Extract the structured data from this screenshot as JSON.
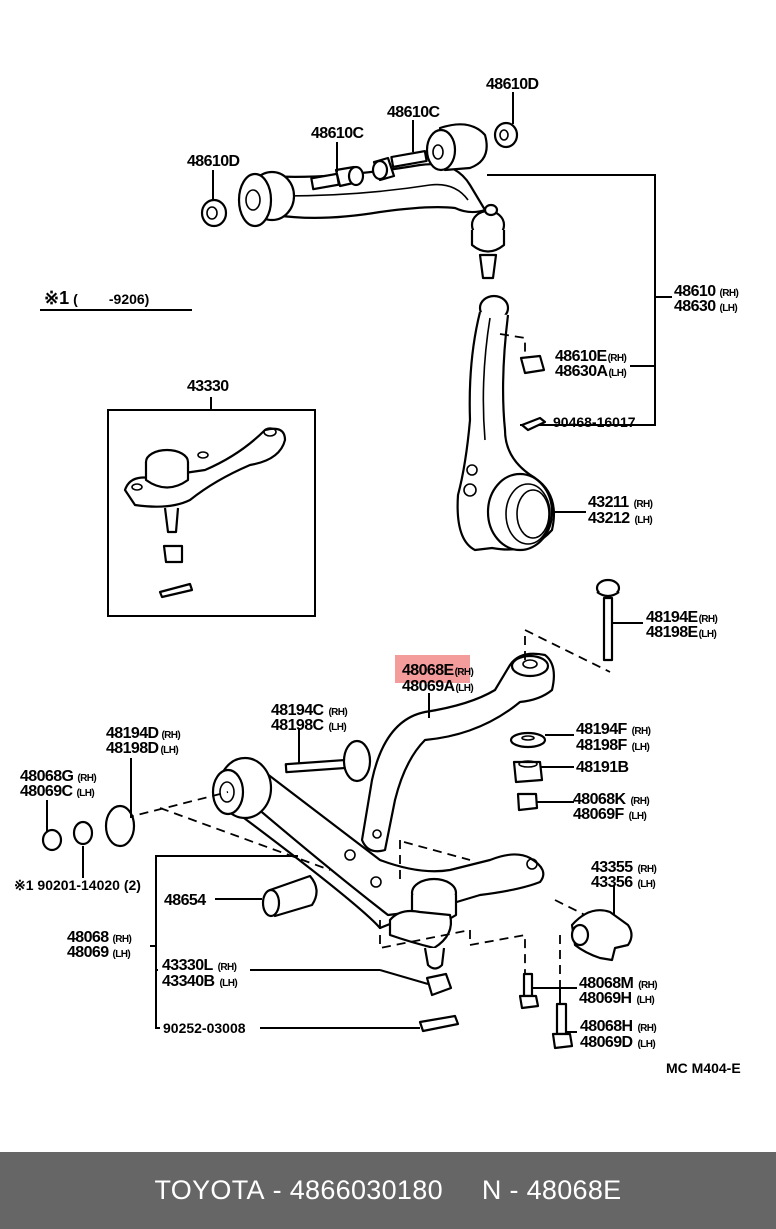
{
  "diagram": {
    "code": "MC M404-E",
    "note": {
      "marker": "※1",
      "range": "(        -9206)"
    },
    "highlight_color": "#f28b8b",
    "labels": {
      "p48610D_left": "48610D",
      "p48610C_left": "48610C",
      "p48610C_right": "48610C",
      "p48610D_right": "48610D",
      "p48610": {
        "num": "48610",
        "side": "(RH)"
      },
      "p48630": {
        "num": "48630",
        "side": "(LH)"
      },
      "p48610E": {
        "num": "48610E",
        "side": "(RH)"
      },
      "p48630A": {
        "num": "48630A",
        "side": "(LH)"
      },
      "p90468": "90468-16017",
      "p43211": {
        "num": "43211",
        "side": "(RH)"
      },
      "p43212": {
        "num": "43212",
        "side": "(LH)"
      },
      "p43330": "43330",
      "p48194E": {
        "num": "48194E",
        "side": "(RH)"
      },
      "p48198E": {
        "num": "48198E",
        "side": "(LH)"
      },
      "p48068E": {
        "num": "48068E",
        "side": "(RH)"
      },
      "p48069A": {
        "num": "48069A",
        "side": "(LH)"
      },
      "p48194C": {
        "num": "48194C",
        "side": "(RH)"
      },
      "p48198C": {
        "num": "48198C",
        "side": "(LH)"
      },
      "p48194D": {
        "num": "48194D",
        "side": "(RH)"
      },
      "p48198D": {
        "num": "48198D",
        "side": "(LH)"
      },
      "p48068G": {
        "num": "48068G",
        "side": "(RH)"
      },
      "p48069C": {
        "num": "48069C",
        "side": "(LH)"
      },
      "p90201": "※1 90201-14020 (2)",
      "p48194F": {
        "num": "48194F",
        "side": "(RH)"
      },
      "p48198F": {
        "num": "48198F",
        "side": "(LH)"
      },
      "p48191B": "48191B",
      "p48068K": {
        "num": "48068K",
        "side": "(RH)"
      },
      "p48069F": {
        "num": "48069F",
        "side": "(LH)"
      },
      "p43355": {
        "num": "43355",
        "side": "(RH)"
      },
      "p43356": {
        "num": "43356",
        "side": "(LH)"
      },
      "p48654": "48654",
      "p48068": {
        "num": "48068",
        "side": "(RH)"
      },
      "p48069": {
        "num": "48069",
        "side": "(LH)"
      },
      "p43330L": {
        "num": "43330L",
        "side": "(RH)"
      },
      "p43340B": {
        "num": "43340B",
        "side": "(LH)"
      },
      "p90252": "90252-03008",
      "p48068M": {
        "num": "48068M",
        "side": "(RH)"
      },
      "p48069H_a": {
        "num": "48069H",
        "side": "(LH)"
      },
      "p48068H": {
        "num": "48068H",
        "side": "(RH)"
      },
      "p48069D": {
        "num": "48069D",
        "side": "(LH)"
      }
    }
  },
  "footer": {
    "brand": "TOYOTA",
    "part_number": "4866030180",
    "ref_number": "N - 48068E"
  }
}
